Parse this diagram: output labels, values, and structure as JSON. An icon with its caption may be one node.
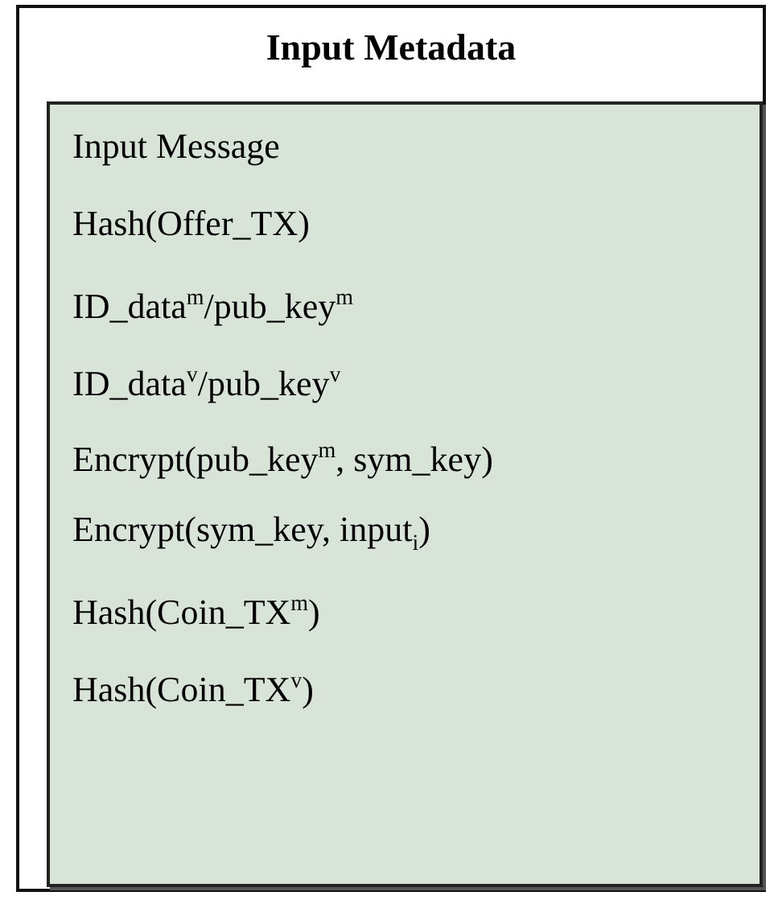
{
  "diagram": {
    "nodes": [
      {
        "text": [
          "Input Metadata"
        ]
      },
      {
        "text": [
          "Input Message",
          "Hash(Offer_TX)",
          "ID_data$^{m}$/pub_key$^{m}$",
          "ID_data$^{v}$/pub_key$^{v}$",
          "Encrypt(pub_key$^{m}$, sym_key)",
          "Encrypt(sym_key, input$_{i}$)",
          "Hash(Coin_TX$^{m}$)",
          "Hash(Coin_TX$^{v}$)"
        ],
        "in": 0
      }
    ]
  }
}
